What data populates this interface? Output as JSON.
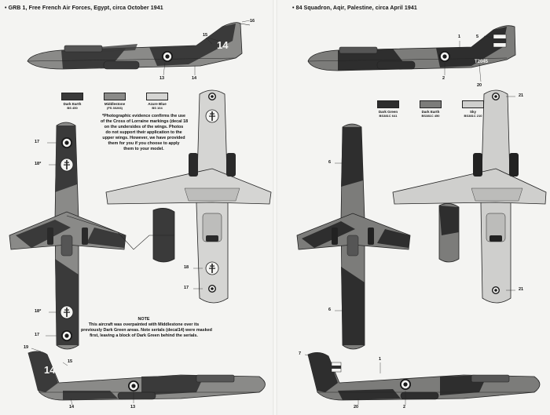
{
  "left_page": {
    "caption": "GRB 1, Free French Air Forces, Egypt, circa October 1941",
    "colors": [
      {
        "name": "Dark Earth",
        "code": "BS 450",
        "hex": "#3a3a3a"
      },
      {
        "name": "Middlestone",
        "code": "(FS 30266)",
        "hex": "#8a8a88"
      },
      {
        "name": "Azure Blue",
        "code": "BS 104",
        "hex": "#d5d5d3"
      }
    ],
    "photo_note": [
      "*Photographic evidence confirms the use",
      "of the Cross of Lorraine markings (decal 18",
      "on the undersides of the wings. Photos",
      "do not support their application to the",
      "upper wings. However, we have provided",
      "them for you if you choose to apply",
      "them to your model."
    ],
    "bottom_note": [
      "NOTE",
      "This aircraft was overpainted with Middlestone over its",
      "previously Dark Green areas. Note serials (decal14) were masked",
      "first, leaving a block of Dark Green behind the serials."
    ],
    "tail_code": "14",
    "callouts": {
      "top_16": "16",
      "top_15": "15",
      "top_13": "13",
      "top_14": "14",
      "plan_17a": "17",
      "plan_18a": "18*",
      "plan_18b": "18*",
      "plan_17b": "17",
      "under_18": "18",
      "under_17": "17",
      "bot_19": "19",
      "bot_15": "15",
      "bot_14": "14",
      "bot_13": "13"
    }
  },
  "right_page": {
    "caption": "84 Squadron, Aqir, Palestine, circa April 1941",
    "colors": [
      {
        "name": "Dark Green",
        "code": "BS381C 641",
        "hex": "#2e2e2e"
      },
      {
        "name": "Dark Earth",
        "code": "BS381C 450",
        "hex": "#7c7c7a"
      },
      {
        "name": "Sky",
        "code": "BS381C 210",
        "hex": "#cfcfcd"
      }
    ],
    "serial": "T2045",
    "callouts": {
      "top_1": "1",
      "top_5": "5",
      "top_2": "2",
      "top_20": "20",
      "plan_21a": "21",
      "plan_6a": "6",
      "plan_6b": "6",
      "plan_21b": "21",
      "bot_7": "7",
      "bot_1": "1",
      "bot_20": "20",
      "bot_2": "2"
    }
  }
}
